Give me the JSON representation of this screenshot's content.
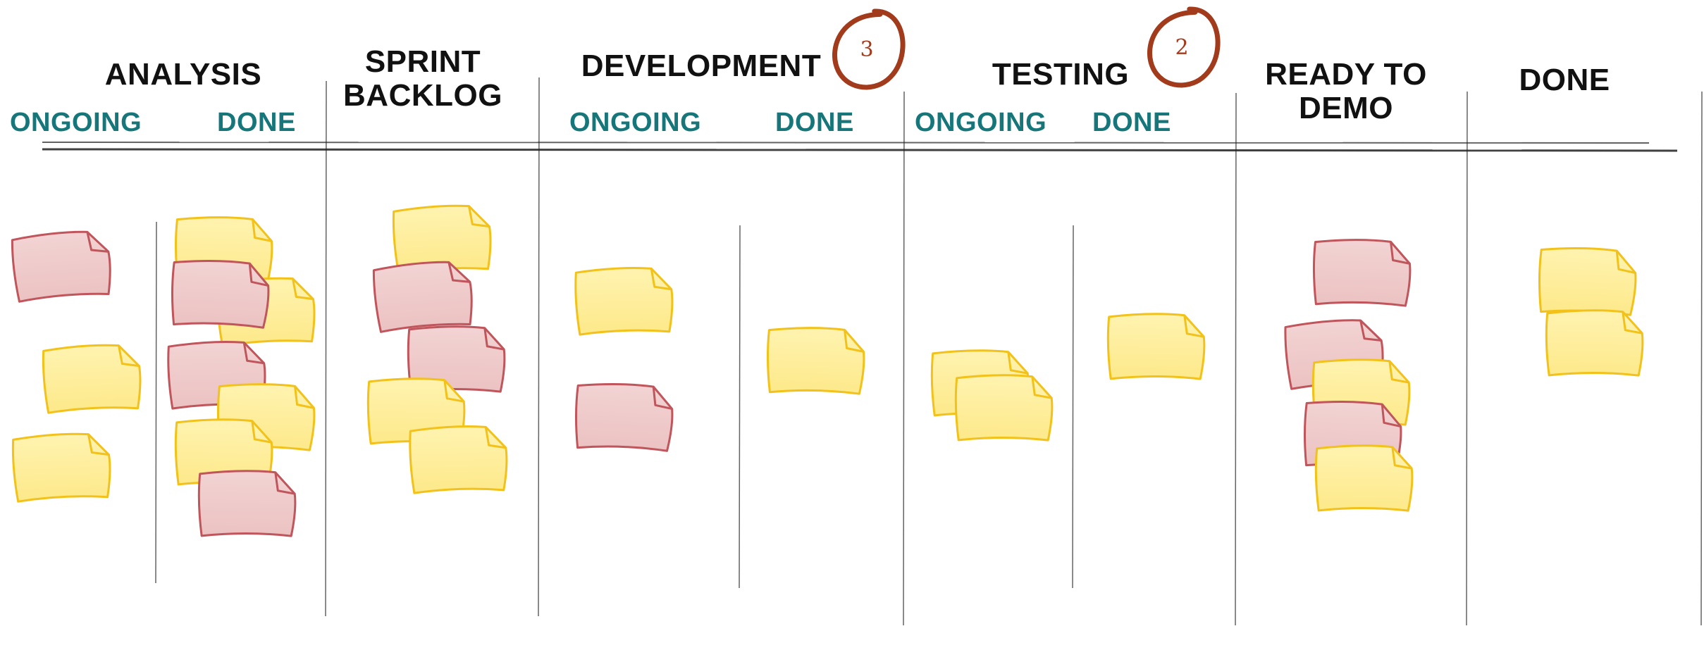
{
  "board": {
    "columns": [
      {
        "title": "ANALYSIS",
        "subcolumns": [
          "ONGOING",
          "DONE"
        ]
      },
      {
        "title": "SPRINT\nBACKLOG"
      },
      {
        "title": "DEVELOPMENT",
        "wip_limit": "3",
        "subcolumns": [
          "ONGOING",
          "DONE"
        ]
      },
      {
        "title": "TESTING",
        "wip_limit": "2",
        "subcolumns": [
          "ONGOING",
          "DONE"
        ]
      },
      {
        "title": "READY TO\nDEMO"
      },
      {
        "title": "DONE"
      }
    ]
  },
  "colors": {
    "yellow_note_fill": "#fde98a",
    "yellow_note_stroke": "#f2c21b",
    "red_note_fill": "#ecc2c2",
    "red_note_stroke": "#c0555c",
    "subheader_text": "#16767a",
    "wip_circle": "#a23b1c"
  },
  "notes": [
    {
      "column": "ANALYSIS",
      "sub": "ONGOING",
      "color": "red"
    },
    {
      "column": "ANALYSIS",
      "sub": "ONGOING",
      "color": "yellow"
    },
    {
      "column": "ANALYSIS",
      "sub": "ONGOING",
      "color": "yellow"
    },
    {
      "column": "ANALYSIS",
      "sub": "DONE",
      "color": "yellow"
    },
    {
      "column": "ANALYSIS",
      "sub": "DONE",
      "color": "yellow"
    },
    {
      "column": "ANALYSIS",
      "sub": "DONE",
      "color": "red"
    },
    {
      "column": "ANALYSIS",
      "sub": "DONE",
      "color": "yellow"
    },
    {
      "column": "ANALYSIS",
      "sub": "DONE",
      "color": "yellow"
    },
    {
      "column": "ANALYSIS",
      "sub": "DONE",
      "color": "red"
    },
    {
      "column": "ANALYSIS",
      "sub": "DONE",
      "color": "red"
    },
    {
      "column": "SPRINT BACKLOG",
      "color": "yellow"
    },
    {
      "column": "SPRINT BACKLOG",
      "color": "red"
    },
    {
      "column": "SPRINT BACKLOG",
      "color": "red"
    },
    {
      "column": "SPRINT BACKLOG",
      "color": "yellow"
    },
    {
      "column": "SPRINT BACKLOG",
      "color": "yellow"
    },
    {
      "column": "DEVELOPMENT",
      "sub": "ONGOING",
      "color": "yellow"
    },
    {
      "column": "DEVELOPMENT",
      "sub": "ONGOING",
      "color": "red"
    },
    {
      "column": "DEVELOPMENT",
      "sub": "DONE",
      "color": "yellow"
    },
    {
      "column": "TESTING",
      "sub": "ONGOING",
      "color": "yellow"
    },
    {
      "column": "TESTING",
      "sub": "ONGOING",
      "color": "yellow"
    },
    {
      "column": "TESTING",
      "sub": "DONE",
      "color": "yellow"
    },
    {
      "column": "READY TO DEMO",
      "color": "red"
    },
    {
      "column": "READY TO DEMO",
      "color": "red"
    },
    {
      "column": "READY TO DEMO",
      "color": "yellow"
    },
    {
      "column": "READY TO DEMO",
      "color": "red"
    },
    {
      "column": "READY TO DEMO",
      "color": "yellow"
    },
    {
      "column": "DONE",
      "color": "yellow"
    },
    {
      "column": "DONE",
      "color": "yellow"
    }
  ]
}
